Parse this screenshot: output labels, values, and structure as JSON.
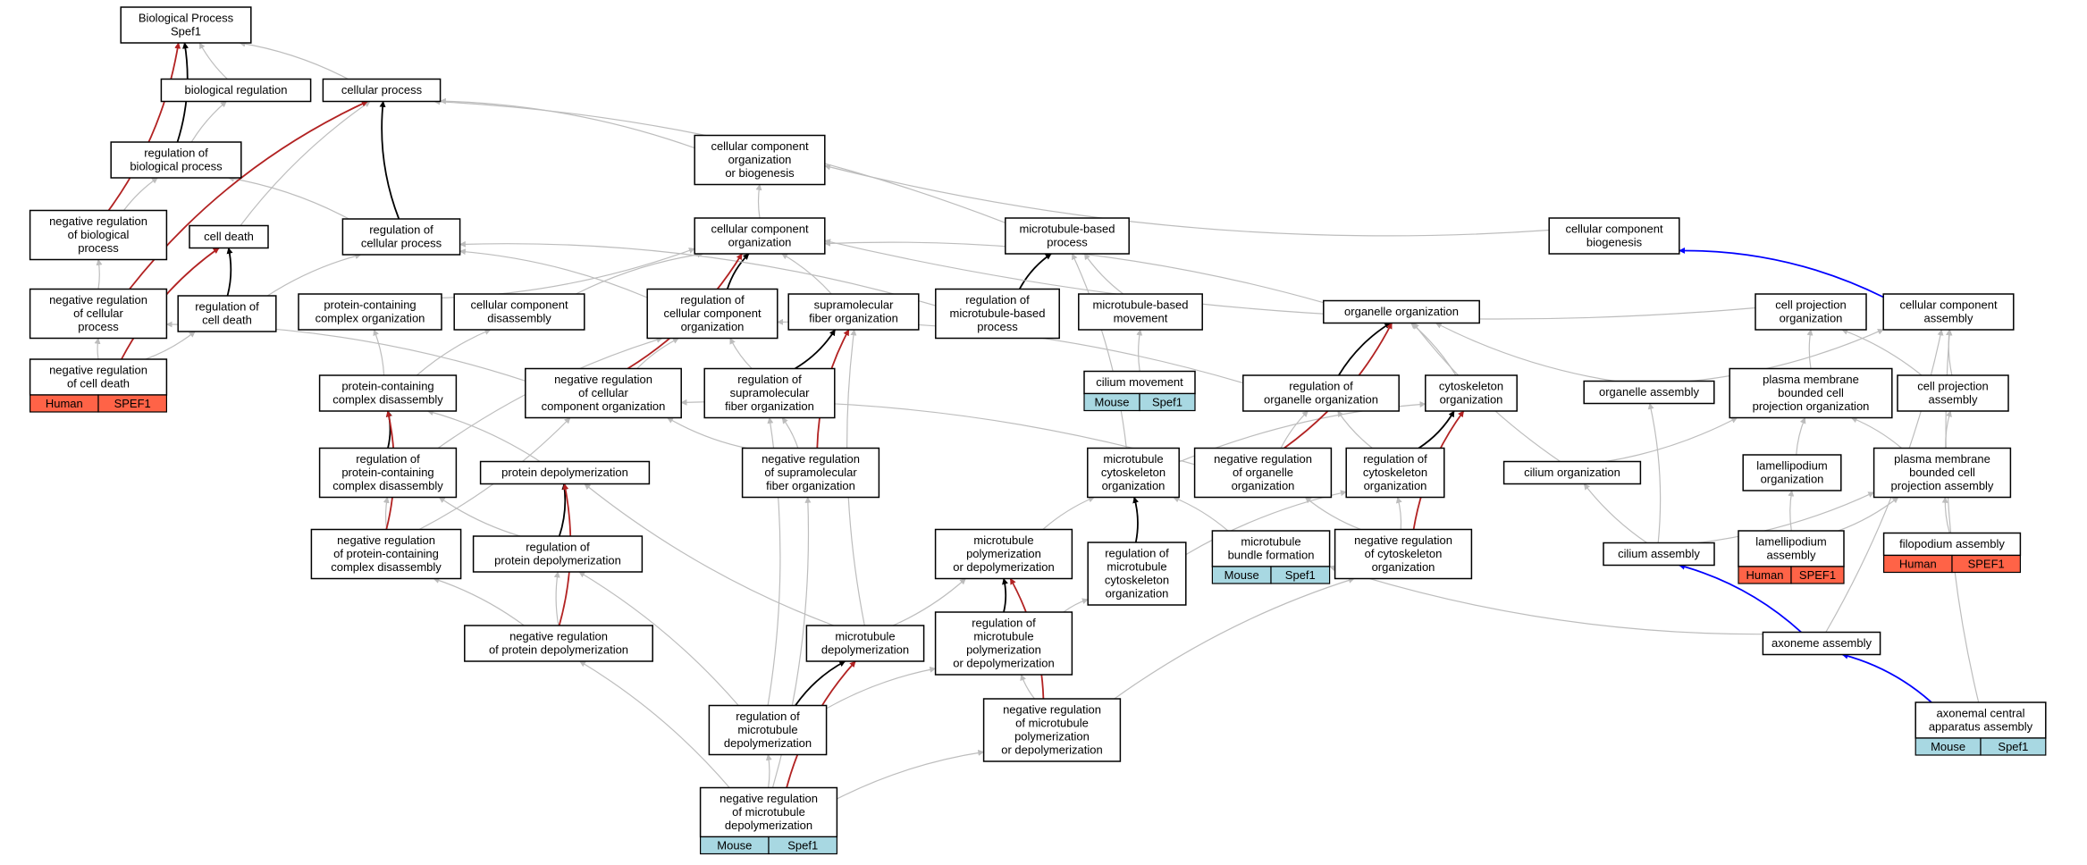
{
  "colors": {
    "grey": "#bdbdbd",
    "black": "#000000",
    "red": "#b22222",
    "blue": "#0000ff",
    "human": "#ff6347",
    "mouse": "#a8d8e2"
  },
  "nodes": [
    {
      "id": "bp",
      "lines": [
        "Biological Process",
        "Spef1"
      ]
    },
    {
      "id": "bio_reg",
      "lines": [
        "biological regulation"
      ]
    },
    {
      "id": "cell_proc",
      "lines": [
        "cellular process"
      ]
    },
    {
      "id": "reg_bio",
      "lines": [
        "regulation of",
        "biological process"
      ]
    },
    {
      "id": "ccob",
      "lines": [
        "cellular component",
        "organization",
        "or biogenesis"
      ]
    },
    {
      "id": "neg_bio",
      "lines": [
        "negative regulation",
        "of biological",
        "process"
      ]
    },
    {
      "id": "cell_death",
      "lines": [
        "cell death"
      ]
    },
    {
      "id": "reg_cell_proc",
      "lines": [
        "regulation of",
        "cellular process"
      ]
    },
    {
      "id": "cco",
      "lines": [
        "cellular component",
        "organization"
      ]
    },
    {
      "id": "mt_proc",
      "lines": [
        "microtubule-based",
        "process"
      ]
    },
    {
      "id": "ccb",
      "lines": [
        "cellular component",
        "biogenesis"
      ]
    },
    {
      "id": "neg_cell_proc",
      "lines": [
        "negative regulation",
        "of cellular",
        "process"
      ]
    },
    {
      "id": "reg_cell_death",
      "lines": [
        "regulation of",
        "cell death"
      ]
    },
    {
      "id": "pcco",
      "lines": [
        "protein-containing",
        "complex organization"
      ]
    },
    {
      "id": "ccd",
      "lines": [
        "cellular component",
        "disassembly"
      ]
    },
    {
      "id": "reg_cco",
      "lines": [
        "regulation of",
        "cellular component",
        "organization"
      ]
    },
    {
      "id": "smfo",
      "lines": [
        "supramolecular",
        "fiber organization"
      ]
    },
    {
      "id": "reg_mt_proc",
      "lines": [
        "regulation of",
        "microtubule-based",
        "process"
      ]
    },
    {
      "id": "mt_move",
      "lines": [
        "microtubule-based",
        "movement"
      ]
    },
    {
      "id": "org_org",
      "lines": [
        "organelle organization"
      ]
    },
    {
      "id": "cp_org",
      "lines": [
        "cell projection",
        "organization"
      ]
    },
    {
      "id": "cca",
      "lines": [
        "cellular component",
        "assembly"
      ]
    },
    {
      "id": "neg_cell_death",
      "lines": [
        "negative regulation",
        "of cell death"
      ],
      "badge": [
        "Human",
        "SPEF1"
      ],
      "badge_type": "human"
    },
    {
      "id": "pcd",
      "lines": [
        "protein-containing",
        "complex disassembly"
      ]
    },
    {
      "id": "neg_cco",
      "lines": [
        "negative regulation",
        "of cellular",
        "component organization"
      ]
    },
    {
      "id": "reg_smfo",
      "lines": [
        "regulation of",
        "supramolecular",
        "fiber organization"
      ]
    },
    {
      "id": "cil_move",
      "lines": [
        "cilium movement"
      ],
      "badge": [
        "Mouse",
        "Spef1"
      ],
      "badge_type": "mouse"
    },
    {
      "id": "reg_org_org",
      "lines": [
        "regulation of",
        "organelle organization"
      ]
    },
    {
      "id": "cytosk_org",
      "lines": [
        "cytoskeleton",
        "organization"
      ]
    },
    {
      "id": "org_asm",
      "lines": [
        "organelle assembly"
      ]
    },
    {
      "id": "pm_cpo",
      "lines": [
        "plasma membrane",
        "bounded cell",
        "projection organization"
      ]
    },
    {
      "id": "cpa",
      "lines": [
        "cell projection",
        "assembly"
      ]
    },
    {
      "id": "reg_pcd",
      "lines": [
        "regulation of",
        "protein-containing",
        "complex disassembly"
      ]
    },
    {
      "id": "prot_depol",
      "lines": [
        "protein depolymerization"
      ]
    },
    {
      "id": "neg_smfo",
      "lines": [
        "negative regulation",
        "of supramolecular",
        "fiber organization"
      ]
    },
    {
      "id": "mt_cyto",
      "lines": [
        "microtubule",
        "cytoskeleton",
        "organization"
      ]
    },
    {
      "id": "neg_org",
      "lines": [
        "negative regulation",
        "of organelle",
        "organization"
      ]
    },
    {
      "id": "reg_cyto",
      "lines": [
        "regulation of",
        "cytoskeleton",
        "organization"
      ]
    },
    {
      "id": "cil_org",
      "lines": [
        "cilium organization"
      ]
    },
    {
      "id": "lam_org",
      "lines": [
        "lamellipodium",
        "organization"
      ]
    },
    {
      "id": "pm_cpa",
      "lines": [
        "plasma membrane",
        "bounded cell",
        "projection assembly"
      ]
    },
    {
      "id": "neg_pcd",
      "lines": [
        "negative regulation",
        "of protein-containing",
        "complex disassembly"
      ]
    },
    {
      "id": "reg_prot_depol",
      "lines": [
        "regulation of",
        "protein depolymerization"
      ]
    },
    {
      "id": "mt_poly",
      "lines": [
        "microtubule",
        "polymerization",
        "or depolymerization"
      ]
    },
    {
      "id": "reg_mt_cyto",
      "lines": [
        "regulation of",
        "microtubule",
        "cytoskeleton",
        "organization"
      ]
    },
    {
      "id": "mt_bundle",
      "lines": [
        "microtubule",
        "bundle formation"
      ],
      "badge": [
        "Mouse",
        "Spef1"
      ],
      "badge_type": "mouse"
    },
    {
      "id": "neg_cyto",
      "lines": [
        "negative regulation",
        "of cytoskeleton",
        "organization"
      ]
    },
    {
      "id": "cil_asm",
      "lines": [
        "cilium assembly"
      ]
    },
    {
      "id": "lam_asm",
      "lines": [
        "lamellipodium",
        "assembly"
      ],
      "badge": [
        "Human",
        "SPEF1"
      ],
      "badge_type": "human"
    },
    {
      "id": "filo_asm",
      "lines": [
        "filopodium assembly"
      ],
      "badge": [
        "Human",
        "SPEF1"
      ],
      "badge_type": "human"
    },
    {
      "id": "neg_prot_depol",
      "lines": [
        "negative regulation",
        "of protein depolymerization"
      ]
    },
    {
      "id": "mt_depol",
      "lines": [
        "microtubule",
        "depolymerization"
      ]
    },
    {
      "id": "reg_mt_poly",
      "lines": [
        "regulation of",
        "microtubule",
        "polymerization",
        "or depolymerization"
      ]
    },
    {
      "id": "axo_asm",
      "lines": [
        "axoneme assembly"
      ]
    },
    {
      "id": "reg_mt_depol",
      "lines": [
        "regulation of",
        "microtubule",
        "depolymerization"
      ]
    },
    {
      "id": "neg_mt_poly",
      "lines": [
        "negative regulation",
        "of microtubule",
        "polymerization",
        "or depolymerization"
      ]
    },
    {
      "id": "axo_central",
      "lines": [
        "axonemal central",
        "apparatus assembly"
      ],
      "badge": [
        "Mouse",
        "Spef1"
      ],
      "badge_type": "mouse"
    },
    {
      "id": "neg_mt_depol",
      "lines": [
        "negative regulation",
        "of microtubule",
        "depolymerization"
      ],
      "badge": [
        "Mouse",
        "Spef1"
      ],
      "badge_type": "mouse"
    }
  ],
  "edges": [
    {
      "from": "bio_reg",
      "to": "bp",
      "type": "grey"
    },
    {
      "from": "cell_proc",
      "to": "bp",
      "type": "grey"
    },
    {
      "from": "reg_bio",
      "to": "bio_reg",
      "type": "grey"
    },
    {
      "from": "reg_bio",
      "to": "bp",
      "type": "black"
    },
    {
      "from": "neg_bio",
      "to": "reg_bio",
      "type": "grey"
    },
    {
      "from": "neg_bio",
      "to": "bp",
      "type": "red"
    },
    {
      "from": "cell_death",
      "to": "cell_proc",
      "type": "grey"
    },
    {
      "from": "reg_cell_proc",
      "to": "reg_bio",
      "type": "grey"
    },
    {
      "from": "reg_cell_proc",
      "to": "cell_proc",
      "type": "black"
    },
    {
      "from": "ccob",
      "to": "cell_proc",
      "type": "grey"
    },
    {
      "from": "cco",
      "to": "ccob",
      "type": "grey"
    },
    {
      "from": "mt_proc",
      "to": "cell_proc",
      "type": "grey"
    },
    {
      "from": "ccb",
      "to": "ccob",
      "type": "grey"
    },
    {
      "from": "neg_cell_proc",
      "to": "neg_bio",
      "type": "grey"
    },
    {
      "from": "neg_cell_proc",
      "to": "cell_proc",
      "type": "red"
    },
    {
      "from": "reg_cell_death",
      "to": "cell_death",
      "type": "black"
    },
    {
      "from": "reg_cell_death",
      "to": "reg_cell_proc",
      "type": "grey"
    },
    {
      "from": "pcco",
      "to": "cco",
      "type": "grey"
    },
    {
      "from": "ccd",
      "to": "cco",
      "type": "grey"
    },
    {
      "from": "reg_cco",
      "to": "reg_cell_proc",
      "type": "grey"
    },
    {
      "from": "reg_cco",
      "to": "cco",
      "type": "black"
    },
    {
      "from": "smfo",
      "to": "cco",
      "type": "grey"
    },
    {
      "from": "reg_mt_proc",
      "to": "mt_proc",
      "type": "black"
    },
    {
      "from": "reg_mt_proc",
      "to": "reg_cell_proc",
      "type": "grey"
    },
    {
      "from": "mt_move",
      "to": "mt_proc",
      "type": "grey"
    },
    {
      "from": "org_org",
      "to": "cco",
      "type": "grey"
    },
    {
      "from": "cp_org",
      "to": "cco",
      "type": "grey"
    },
    {
      "from": "cca",
      "to": "ccb",
      "type": "blue"
    },
    {
      "from": "neg_cell_death",
      "to": "neg_cell_proc",
      "type": "grey"
    },
    {
      "from": "neg_cell_death",
      "to": "reg_cell_death",
      "type": "grey"
    },
    {
      "from": "neg_cell_death",
      "to": "cell_death",
      "type": "red"
    },
    {
      "from": "pcd",
      "to": "pcco",
      "type": "grey"
    },
    {
      "from": "pcd",
      "to": "ccd",
      "type": "grey"
    },
    {
      "from": "neg_cco",
      "to": "neg_cell_proc",
      "type": "grey"
    },
    {
      "from": "neg_cco",
      "to": "reg_cco",
      "type": "grey"
    },
    {
      "from": "neg_cco",
      "to": "cco",
      "type": "red"
    },
    {
      "from": "reg_smfo",
      "to": "reg_cco",
      "type": "grey"
    },
    {
      "from": "reg_smfo",
      "to": "smfo",
      "type": "black"
    },
    {
      "from": "cil_move",
      "to": "mt_move",
      "type": "grey"
    },
    {
      "from": "reg_org_org",
      "to": "reg_cco",
      "type": "grey"
    },
    {
      "from": "reg_org_org",
      "to": "org_org",
      "type": "black"
    },
    {
      "from": "cytosk_org",
      "to": "org_org",
      "type": "grey"
    },
    {
      "from": "org_asm",
      "to": "org_org",
      "type": "grey"
    },
    {
      "from": "org_asm",
      "to": "cca",
      "type": "grey"
    },
    {
      "from": "pm_cpo",
      "to": "cp_org",
      "type": "grey"
    },
    {
      "from": "cpa",
      "to": "cp_org",
      "type": "grey"
    },
    {
      "from": "cpa",
      "to": "cca",
      "type": "grey"
    },
    {
      "from": "reg_pcd",
      "to": "pcd",
      "type": "black"
    },
    {
      "from": "reg_pcd",
      "to": "reg_cco",
      "type": "grey"
    },
    {
      "from": "prot_depol",
      "to": "pcd",
      "type": "grey"
    },
    {
      "from": "neg_smfo",
      "to": "neg_cco",
      "type": "grey"
    },
    {
      "from": "neg_smfo",
      "to": "reg_smfo",
      "type": "grey"
    },
    {
      "from": "neg_smfo",
      "to": "smfo",
      "type": "red"
    },
    {
      "from": "mt_cyto",
      "to": "mt_proc",
      "type": "grey"
    },
    {
      "from": "mt_cyto",
      "to": "cytosk_org",
      "type": "grey"
    },
    {
      "from": "neg_org",
      "to": "neg_cco",
      "type": "grey"
    },
    {
      "from": "neg_org",
      "to": "reg_org_org",
      "type": "grey"
    },
    {
      "from": "neg_org",
      "to": "org_org",
      "type": "red"
    },
    {
      "from": "reg_cyto",
      "to": "reg_org_org",
      "type": "grey"
    },
    {
      "from": "reg_cyto",
      "to": "cytosk_org",
      "type": "black"
    },
    {
      "from": "cil_org",
      "to": "org_org",
      "type": "grey"
    },
    {
      "from": "cil_org",
      "to": "pm_cpo",
      "type": "grey"
    },
    {
      "from": "lam_org",
      "to": "pm_cpo",
      "type": "grey"
    },
    {
      "from": "pm_cpa",
      "to": "pm_cpo",
      "type": "grey"
    },
    {
      "from": "pm_cpa",
      "to": "cpa",
      "type": "grey"
    },
    {
      "from": "neg_pcd",
      "to": "neg_cco",
      "type": "grey"
    },
    {
      "from": "neg_pcd",
      "to": "reg_pcd",
      "type": "grey"
    },
    {
      "from": "neg_pcd",
      "to": "pcd",
      "type": "red"
    },
    {
      "from": "reg_prot_depol",
      "to": "reg_pcd",
      "type": "grey"
    },
    {
      "from": "reg_prot_depol",
      "to": "prot_depol",
      "type": "black"
    },
    {
      "from": "mt_poly",
      "to": "mt_cyto",
      "type": "grey"
    },
    {
      "from": "reg_mt_cyto",
      "to": "mt_cyto",
      "type": "black"
    },
    {
      "from": "reg_mt_cyto",
      "to": "reg_cyto",
      "type": "grey"
    },
    {
      "from": "mt_bundle",
      "to": "mt_cyto",
      "type": "grey"
    },
    {
      "from": "neg_cyto",
      "to": "neg_org",
      "type": "grey"
    },
    {
      "from": "neg_cyto",
      "to": "reg_cyto",
      "type": "grey"
    },
    {
      "from": "neg_cyto",
      "to": "cytosk_org",
      "type": "red"
    },
    {
      "from": "cil_asm",
      "to": "org_asm",
      "type": "grey"
    },
    {
      "from": "cil_asm",
      "to": "cil_org",
      "type": "grey"
    },
    {
      "from": "cil_asm",
      "to": "pm_cpa",
      "type": "grey"
    },
    {
      "from": "lam_asm",
      "to": "lam_org",
      "type": "grey"
    },
    {
      "from": "lam_asm",
      "to": "pm_cpa",
      "type": "grey"
    },
    {
      "from": "filo_asm",
      "to": "pm_cpa",
      "type": "grey"
    },
    {
      "from": "neg_prot_depol",
      "to": "neg_pcd",
      "type": "grey"
    },
    {
      "from": "neg_prot_depol",
      "to": "reg_prot_depol",
      "type": "grey"
    },
    {
      "from": "neg_prot_depol",
      "to": "prot_depol",
      "type": "red"
    },
    {
      "from": "mt_depol",
      "to": "prot_depol",
      "type": "grey"
    },
    {
      "from": "mt_depol",
      "to": "mt_poly",
      "type": "grey"
    },
    {
      "from": "mt_depol",
      "to": "smfo",
      "type": "grey"
    },
    {
      "from": "reg_mt_poly",
      "to": "mt_poly",
      "type": "black"
    },
    {
      "from": "reg_mt_poly",
      "to": "reg_mt_cyto",
      "type": "grey"
    },
    {
      "from": "axo_asm",
      "to": "cil_asm",
      "type": "blue"
    },
    {
      "from": "axo_asm",
      "to": "mt_bundle",
      "type": "grey"
    },
    {
      "from": "axo_asm",
      "to": "cca",
      "type": "grey"
    },
    {
      "from": "reg_mt_depol",
      "to": "mt_depol",
      "type": "black"
    },
    {
      "from": "reg_mt_depol",
      "to": "reg_prot_depol",
      "type": "grey"
    },
    {
      "from": "reg_mt_depol",
      "to": "reg_mt_poly",
      "type": "grey"
    },
    {
      "from": "reg_mt_depol",
      "to": "reg_smfo",
      "type": "grey"
    },
    {
      "from": "neg_mt_poly",
      "to": "reg_mt_poly",
      "type": "grey"
    },
    {
      "from": "neg_mt_poly",
      "to": "mt_poly",
      "type": "red"
    },
    {
      "from": "neg_mt_poly",
      "to": "neg_cyto",
      "type": "grey"
    },
    {
      "from": "axo_central",
      "to": "axo_asm",
      "type": "blue"
    },
    {
      "from": "axo_central",
      "to": "cca",
      "type": "grey"
    },
    {
      "from": "neg_mt_depol",
      "to": "reg_mt_depol",
      "type": "grey"
    },
    {
      "from": "neg_mt_depol",
      "to": "mt_depol",
      "type": "red"
    },
    {
      "from": "neg_mt_depol",
      "to": "neg_prot_depol",
      "type": "grey"
    },
    {
      "from": "neg_mt_depol",
      "to": "neg_mt_poly",
      "type": "grey"
    },
    {
      "from": "neg_mt_depol",
      "to": "neg_smfo",
      "type": "grey"
    }
  ]
}
